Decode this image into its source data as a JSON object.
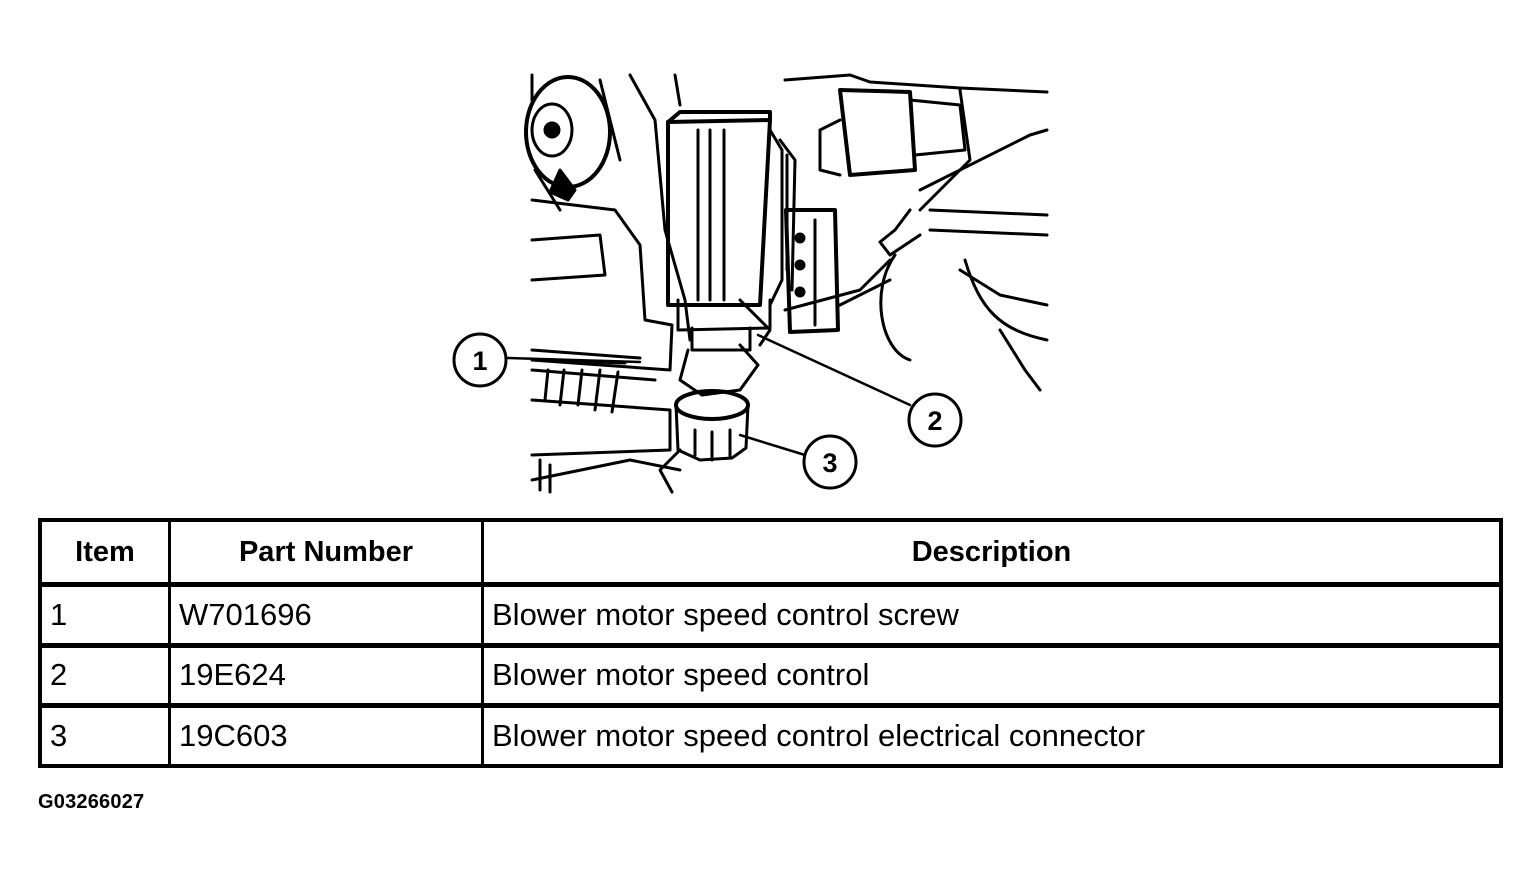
{
  "callouts": [
    "1",
    "2",
    "3"
  ],
  "table": {
    "headers": [
      "Item",
      "Part Number",
      "Description"
    ],
    "rows": [
      {
        "item": "1",
        "part_number": "W701696",
        "description": "Blower motor speed control screw"
      },
      {
        "item": "2",
        "part_number": "19E624",
        "description": "Blower motor speed control"
      },
      {
        "item": "3",
        "part_number": "19C603",
        "description": "Blower motor speed control electrical connector"
      }
    ]
  },
  "figure_code": "G03266027"
}
